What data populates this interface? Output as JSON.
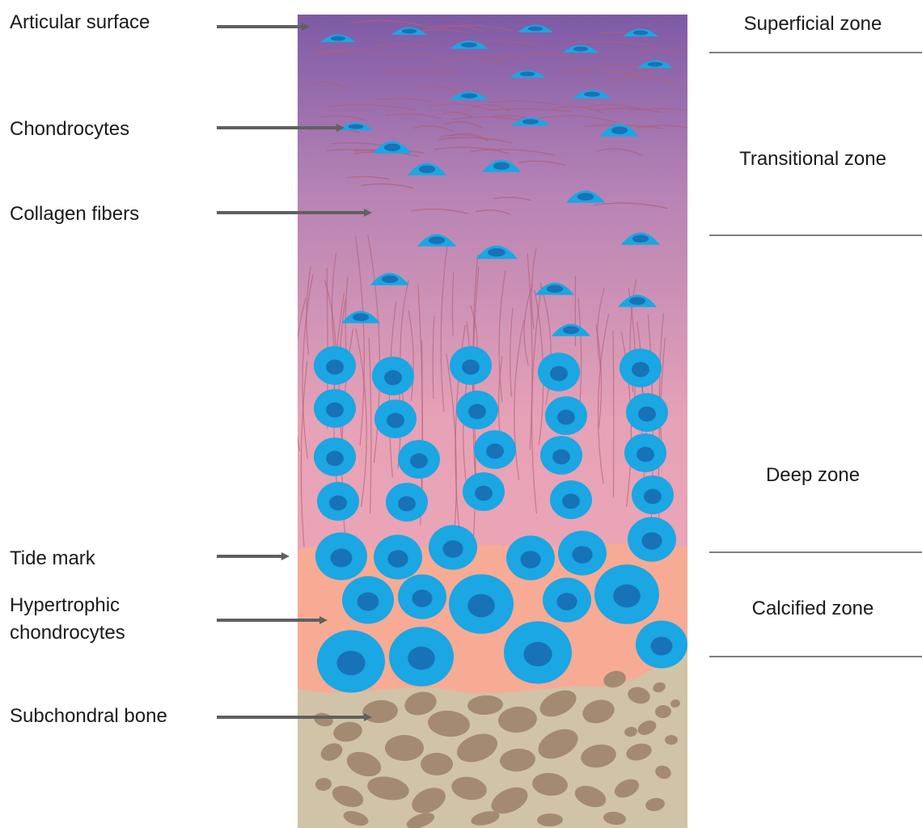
{
  "left_labels": {
    "articular_surface": "Articular surface",
    "chondrocytes": "Chondrocytes",
    "collagen_fibers": "Collagen fibers",
    "tide_mark": "Tide mark",
    "hypertrophic_line1": "Hypertrophic",
    "hypertrophic_line2": "chondrocytes",
    "subchondral_bone": "Subchondral bone"
  },
  "right_labels": {
    "superficial_zone": "Superficial zone",
    "transitional_zone": "Transitional zone",
    "deep_zone": "Deep zone",
    "calcified_zone": "Calcified zone"
  },
  "colors": {
    "gradient_top": "#7e5aa6",
    "gradient_upper_mid": "#b783b5",
    "gradient_mid": "#e6a2b6",
    "gradient_bottom": "#f4a9b6",
    "calcified_zone": "#f7ab95",
    "bone_matrix": "#d1c3a7",
    "bone_fragment": "#a48a72",
    "cell_body": "#1aa7e3",
    "cell_nucleus": "#1872b8",
    "collagen_fiber": "#b05f78",
    "arrow": "#606060",
    "divider_line": "#808080",
    "label_text": "#1a1a1a"
  }
}
